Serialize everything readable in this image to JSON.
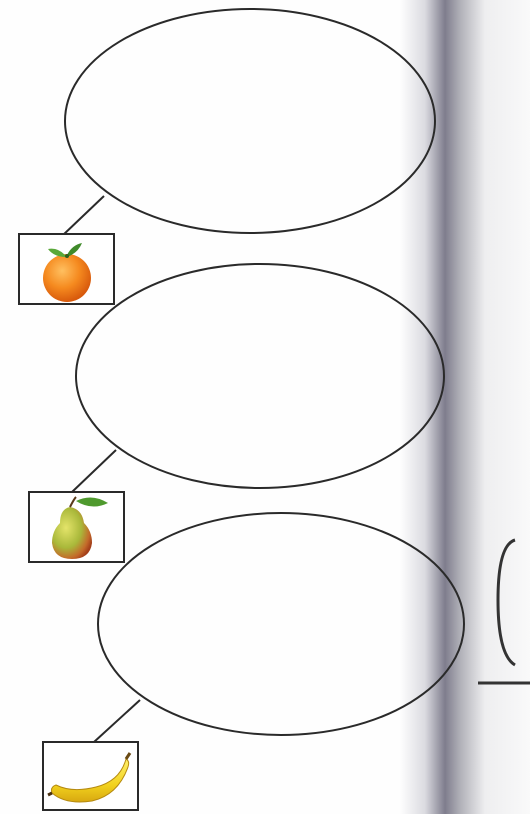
{
  "worksheet": {
    "items": [
      {
        "fruit": "orange",
        "icon": "orange-icon"
      },
      {
        "fruit": "pear",
        "icon": "pear-icon"
      },
      {
        "fruit": "banana",
        "icon": "banana-icon"
      }
    ]
  },
  "colors": {
    "ink": "#2a2a2a",
    "orange": "#f07a1a",
    "pear": "#9cb43a",
    "banana": "#f2d21e"
  }
}
